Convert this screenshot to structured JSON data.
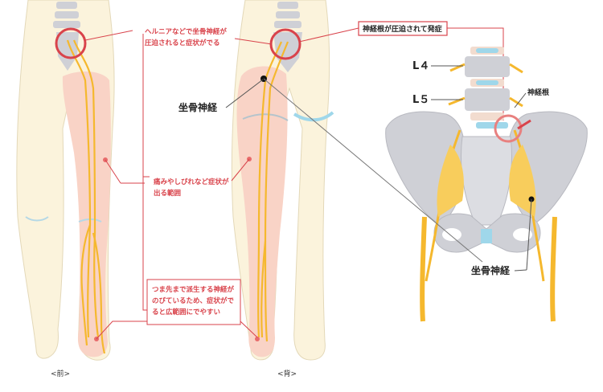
{
  "labels": {
    "hernia_note": [
      "ヘルニアなどで坐骨神経が",
      "圧迫されると症状がでる"
    ],
    "sciatic_back": "坐骨神経",
    "pain_range": [
      "痛みやしびれなど症状が",
      "出る範囲"
    ],
    "toe_note": [
      "つま先まで派生する神経が",
      "のびているため、症状がで",
      "ると広範囲にでやすい"
    ],
    "front_caption": "<前>",
    "back_caption": "<背>",
    "root_compressed": "神経根が圧迫されて発症",
    "l4": "L４",
    "l5": "L５",
    "nerve_root": "神経根",
    "sciatic_pelvis": "坐骨神経"
  },
  "colors": {
    "accent_red": "#d9434b",
    "nerve_yellow": "#f5b82e",
    "skin": "#fbf3dc",
    "pain_pink": "#f9d3c6",
    "bone_gray": "#cfd0d6",
    "disc_blue": "#9fd7ea"
  }
}
